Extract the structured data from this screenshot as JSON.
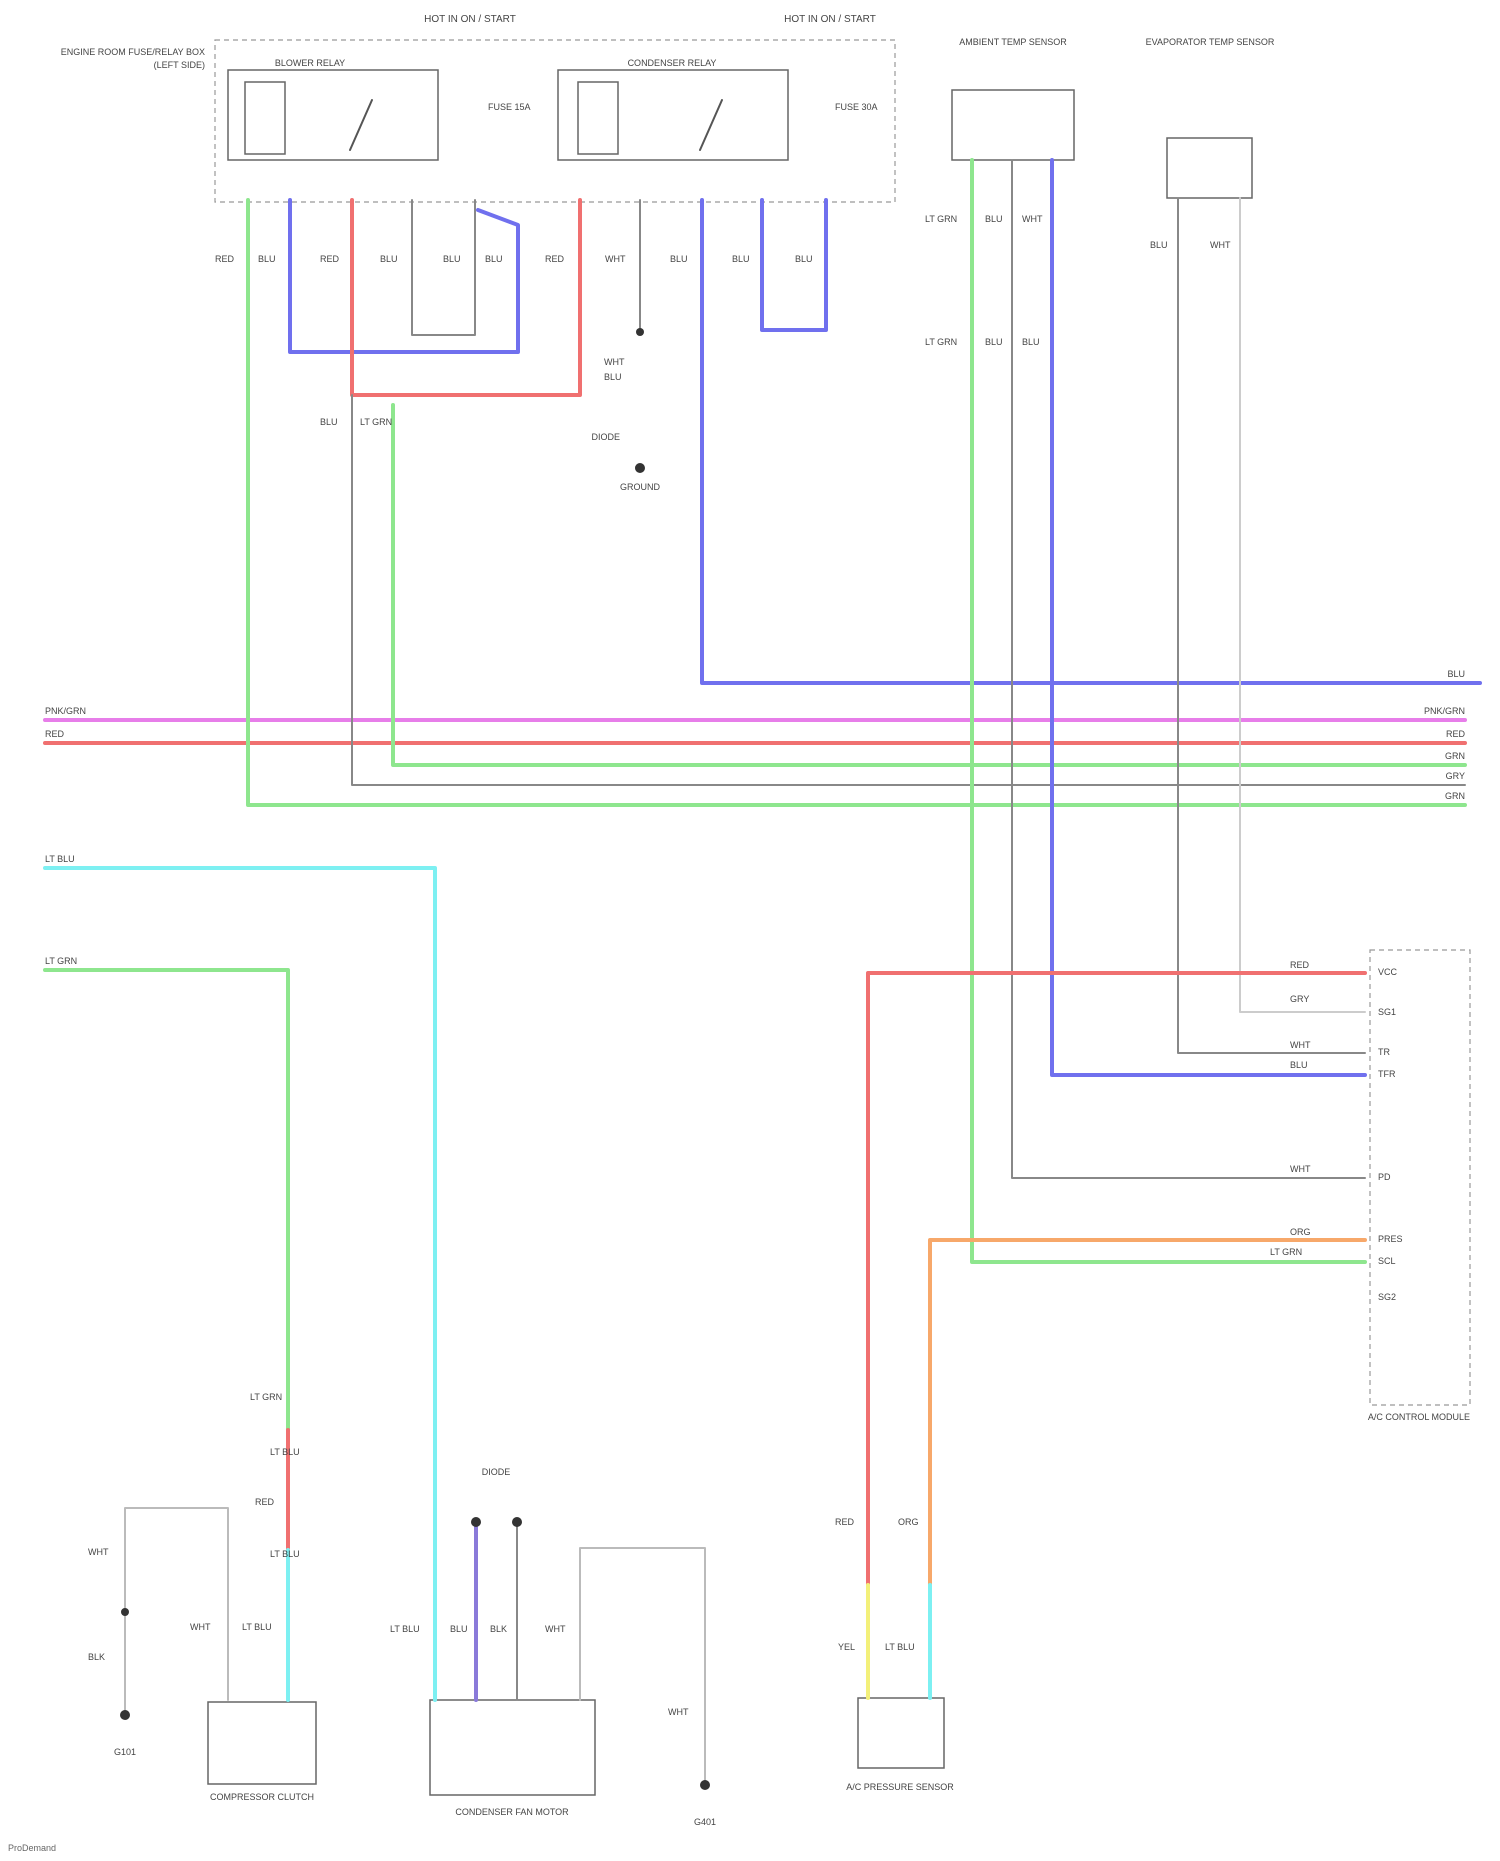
{
  "labels": {
    "hot_in_on_left": "HOT IN ON / START",
    "hot_in_on_right": "HOT IN ON / START",
    "engine_room_fuse_box": "ENGINE ROOM FUSE/RELAY BOX",
    "blower_relay": "BLOWER RELAY",
    "condenser_relay": "CONDENSER RELAY",
    "ambient_sensor": "AMBIENT TEMP SENSOR",
    "evap_sensor": "EVAPORATOR TEMP SENSOR",
    "ground": "GROUND",
    "ac_control": "A/C CONTROL MODULE",
    "compressor_clutch": "COMPRESSOR CLUTCH",
    "condenser_fan": "CONDENSER FAN MOTOR",
    "fan_ground": "G401",
    "pressure_sensor": "A/C PRESSURE SENSOR",
    "ground_left": "G101",
    "diode": "DIODE",
    "fuse_left": "FUSE 15A",
    "fuse_right": "FUSE 30A",
    "sub_label": "(LEFT SIDE)"
  },
  "wire_labels": {
    "w1": "RED",
    "w2": "BLU",
    "w3": "RED",
    "w4": "BLU",
    "w5": "BLU",
    "w6": "BLU",
    "w7": "RED",
    "w8": "WHT",
    "w9": "BLU",
    "w10": "BLU",
    "w11": "BLU",
    "w12": "LT GRN",
    "w13": "BLU",
    "w14": "WHT",
    "w15": "BLU",
    "w16": "BLU",
    "w17": "BLU",
    "w18": "WHT",
    "w19": "WHT",
    "w20": "BLU",
    "w21": "GRY",
    "w22": "BLU",
    "w23": "LT BLU",
    "w24": "LT GRN",
    "w25": "RED",
    "w26": "LT BLU",
    "w27": "WHT",
    "w28": "BLK",
    "w29": "LT BLU",
    "w30": "BLU",
    "w31": "BLK",
    "w32": "WHT",
    "w33": "BLK",
    "w34": "RED",
    "w35": "ORG",
    "w36": "YEL",
    "w37": "LT BLU",
    "w38": "GRY",
    "w39": "WHT",
    "w40": "WHT"
  },
  "bus_labels": {
    "b1_left": "PNK/GRN",
    "b1_right": "PNK/GRN",
    "b2_left": "RED",
    "b2_right": "RED",
    "b3_right": "GRN",
    "b4_right": "GRY",
    "b5_right": "GRN",
    "b0_right": "BLU",
    "b6_left": "LT BLU",
    "b7_left": "LT GRN"
  },
  "pin_labels": {
    "p1": "VCC",
    "p2": "SG1",
    "p3": "TR",
    "p4": "TFR",
    "p5": "PD",
    "p6": "PRES",
    "p7": "SCL",
    "p8": "SG2"
  },
  "footer": "ProDemand"
}
